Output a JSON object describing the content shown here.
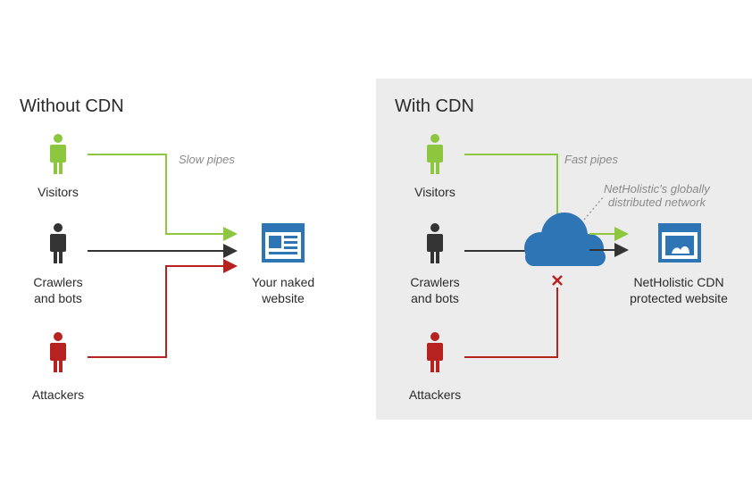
{
  "colors": {
    "visitors": "#8dc63f",
    "crawlers": "#333333",
    "attackers": "#b5221f",
    "website": "#2e75b6",
    "cloud": "#2e75b6",
    "panel_bg": "#ececec"
  },
  "icons": {
    "person": "person-icon",
    "website": "browser-window-icon",
    "cloud": "cloud-icon",
    "block": "x-mark-icon"
  },
  "without_cdn": {
    "title": "Without CDN",
    "pipe_label": "Slow pipes",
    "sources": [
      {
        "label": "Visitors"
      },
      {
        "label": "Crawlers\nand bots"
      },
      {
        "label": "Attackers"
      }
    ],
    "target_label": "Your naked\nwebsite"
  },
  "with_cdn": {
    "title": "With CDN",
    "pipe_label": "Fast pipes",
    "network_note": "NetHolistic's globally\ndistributed network",
    "sources": [
      {
        "label": "Visitors"
      },
      {
        "label": "Crawlers\nand bots"
      },
      {
        "label": "Attackers"
      }
    ],
    "target_label": "NetHolistic CDN\nprotected website"
  }
}
